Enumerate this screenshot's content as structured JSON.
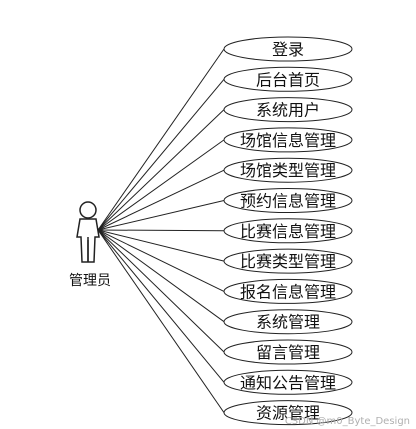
{
  "actor": {
    "label": "管理员",
    "icon": "person-icon"
  },
  "use_cases": [
    {
      "label": "登录"
    },
    {
      "label": "后台首页"
    },
    {
      "label": "系统用户"
    },
    {
      "label": "场馆信息管理"
    },
    {
      "label": "场馆类型管理"
    },
    {
      "label": "预约信息管理"
    },
    {
      "label": "比赛信息管理"
    },
    {
      "label": "比赛类型管理"
    },
    {
      "label": "报名信息管理"
    },
    {
      "label": "系统管理"
    },
    {
      "label": "留言管理"
    },
    {
      "label": "通知公告管理"
    },
    {
      "label": "资源管理"
    }
  ],
  "watermark": "CSDN @m0_Byte_Design"
}
